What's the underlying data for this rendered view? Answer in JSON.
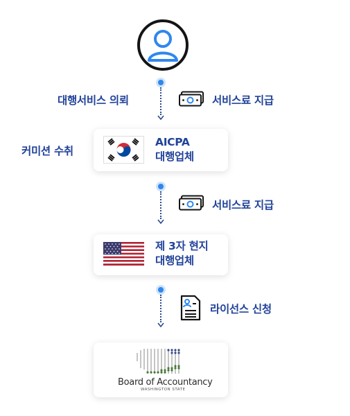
{
  "steps": {
    "request_label": "대행서비스 의뢰",
    "fee_label_1": "서비스료 지급",
    "commission_label": "커미션 수취",
    "fee_label_2": "서비스료 지급",
    "license_label": "라이선스 신청"
  },
  "cards": {
    "korea_line1": "AICPA",
    "korea_line2": "대행업체",
    "us_line1": "제 3자 현지",
    "us_line2": "대행업체",
    "board_title": "Board of Accountancy",
    "board_subtitle": "WASHINGTON STATE"
  },
  "colors": {
    "text": "#22439a",
    "dot": "#2f87ee",
    "icon": "#141414"
  }
}
